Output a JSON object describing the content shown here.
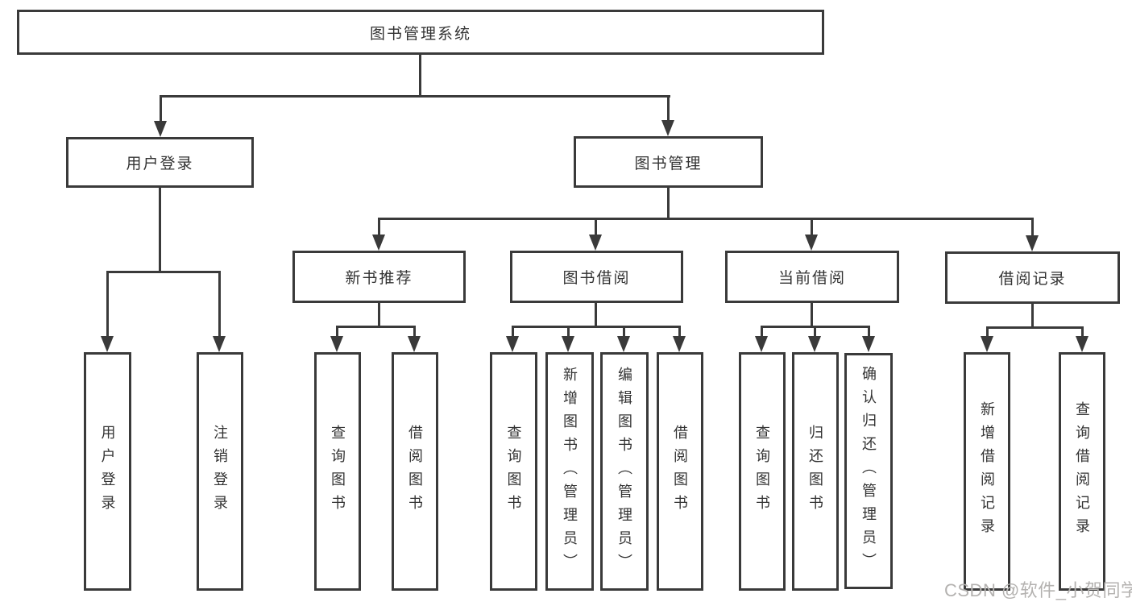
{
  "diagram": {
    "type": "hierarchy-tree",
    "watermark": "CSDN @软件_小贺同学",
    "colors": {
      "background": "#ffffff",
      "line": "#3a3a3a",
      "text": "#333333",
      "box_fill": "#ffffff",
      "watermark": "#b4b2b0"
    },
    "hierarchy": {
      "label": "图书管理系统",
      "children": [
        {
          "label": "用户登录",
          "children": [
            {
              "label": "用户登录"
            },
            {
              "label": "注销登录"
            }
          ]
        },
        {
          "label": "图书管理",
          "children": [
            {
              "label": "新书推荐",
              "children": [
                {
                  "label": "查询图书"
                },
                {
                  "label": "借阅图书"
                }
              ]
            },
            {
              "label": "图书借阅",
              "children": [
                {
                  "label": "查询图书"
                },
                {
                  "label": "新增图书（管理员）"
                },
                {
                  "label": "编辑图书（管理员）"
                },
                {
                  "label": "借阅图书"
                }
              ]
            },
            {
              "label": "当前借阅",
              "children": [
                {
                  "label": "查询图书"
                },
                {
                  "label": "归还图书"
                },
                {
                  "label": "确认归还（管理员）"
                }
              ]
            },
            {
              "label": "借阅记录",
              "children": [
                {
                  "label": "新增借阅记录"
                },
                {
                  "label": "查询借阅记录"
                }
              ]
            }
          ]
        }
      ]
    }
  }
}
